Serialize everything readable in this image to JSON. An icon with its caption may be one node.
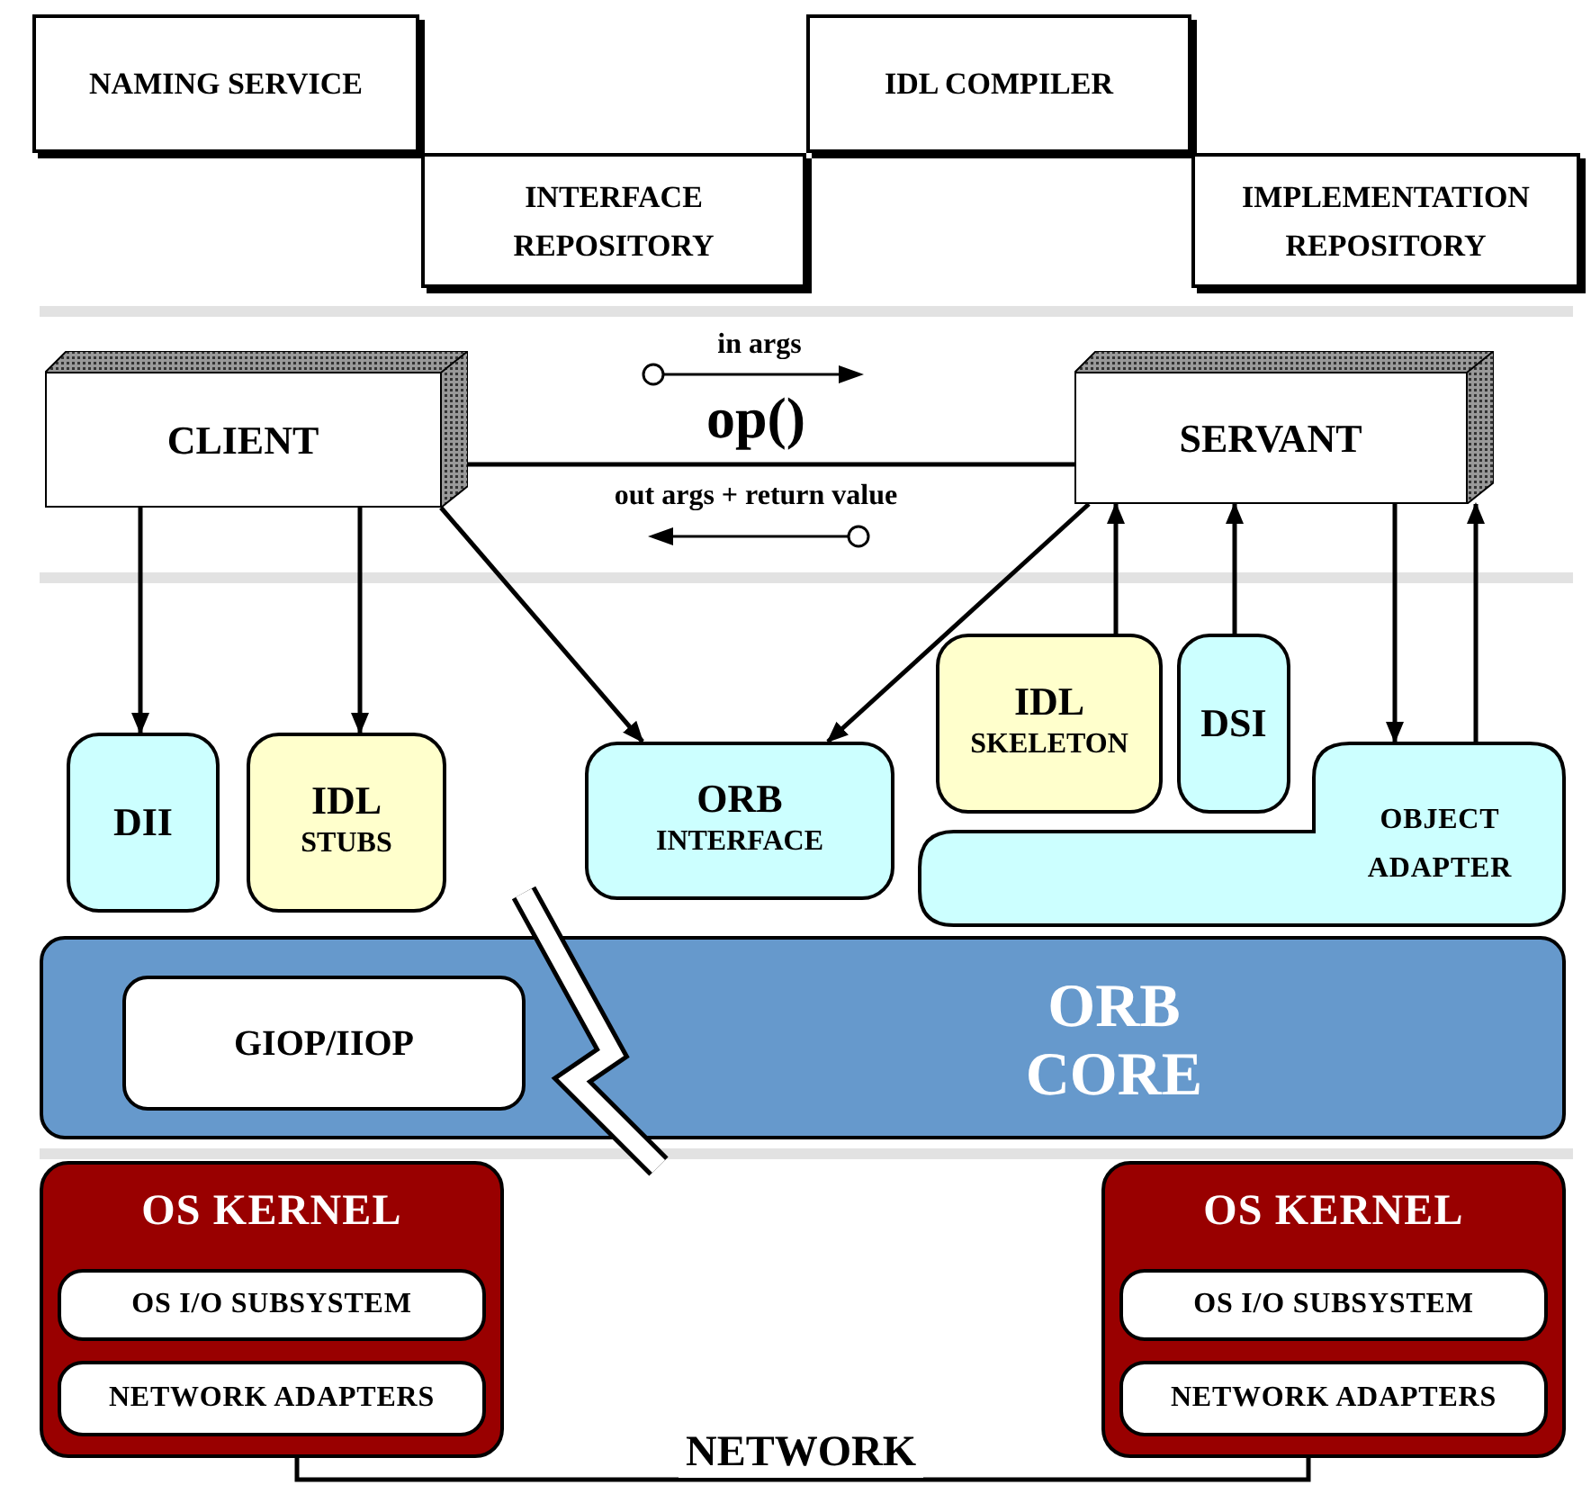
{
  "diagram": {
    "nodes": [
      {
        "text": [
          "NAMING SERVICE"
        ]
      },
      {
        "text": [
          "INTERFACE REPOSITORY"
        ]
      },
      {
        "text": [
          "IDL COMPILER"
        ]
      },
      {
        "text": [
          "IMPLEMENTATION REPOSITORY"
        ]
      },
      {
        "text": [
          "CLIENT"
        ]
      },
      {
        "text": [
          "SERVANT"
        ]
      },
      {
        "text": [
          "DII"
        ]
      },
      {
        "text": [
          "IDL",
          "STUBS"
        ]
      },
      {
        "text": [
          "ORB",
          "INTERFACE"
        ]
      },
      {
        "text": [
          "IDL",
          "SKELETON"
        ]
      },
      {
        "text": [
          "DSI"
        ]
      },
      {
        "text": [
          "OBJECT ADAPTER"
        ]
      },
      {
        "text": [
          "ORB CORE"
        ]
      },
      {
        "text": [
          "GIOP/IIOP"
        ],
        "in": 12
      },
      {
        "text": [
          "OS KERNEL"
        ]
      },
      {
        "text": [
          "OS I/O SUBSYSTEM"
        ],
        "in": 14
      },
      {
        "text": [
          "NETWORK ADAPTERS"
        ],
        "in": 14
      },
      {
        "text": [
          "OS KERNEL"
        ]
      },
      {
        "text": [
          "OS I/O SUBSYSTEM"
        ],
        "in": 17
      },
      {
        "text": [
          "NETWORK ADAPTERS"
        ],
        "in": 17
      }
    ],
    "edges": [
      {
        "from": 4,
        "to": 5,
        "arrow": "none",
        "label": "op()"
      },
      {
        "from": 4,
        "to": 6,
        "arrow": "to"
      },
      {
        "from": 4,
        "to": 7,
        "arrow": "to"
      },
      {
        "from": 4,
        "to": 8,
        "arrow": "to"
      },
      {
        "from": 5,
        "to": 8,
        "arrow": "to"
      },
      {
        "from": 9,
        "to": 5,
        "arrow": "to"
      },
      {
        "from": 10,
        "to": 5,
        "arrow": "to"
      },
      {
        "from": 5,
        "to": 11,
        "arrow": "to"
      },
      {
        "from": 11,
        "to": 5,
        "arrow": "to"
      },
      {
        "from": 14,
        "to": 17,
        "arrow": "none",
        "label": "NETWORK"
      }
    ],
    "labels": [
      "in args",
      "out args + return value"
    ]
  }
}
